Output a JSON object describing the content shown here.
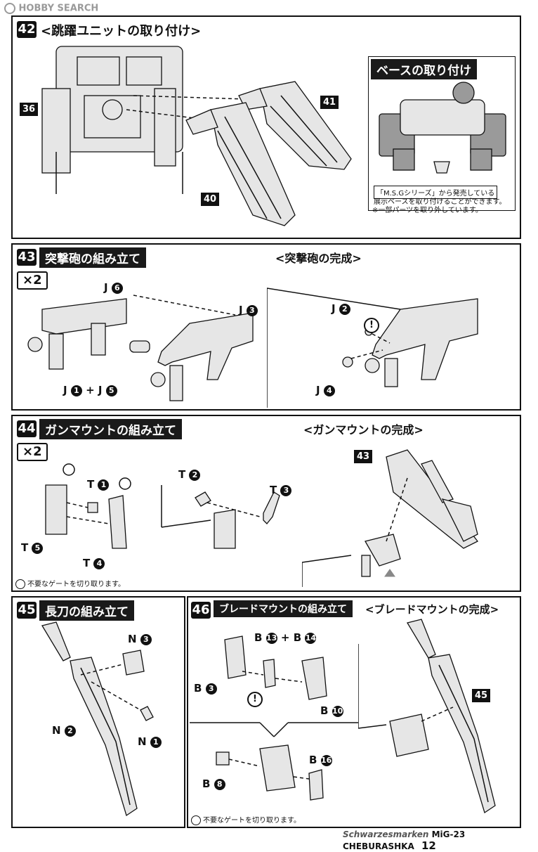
{
  "header": {
    "brand": "HOBBY SEARCH"
  },
  "steps": {
    "s42": {
      "num": "42",
      "title": "<跳躍ユニットの取り付け>",
      "parts": [
        "36",
        "41",
        "40"
      ]
    },
    "base": {
      "title": "ベースの取り付け",
      "note1": "「M.S.Gシリーズ」から発売している",
      "note2": "展示ベースを取り付けることができます。",
      "note3": "※一部パーツを取り外しています。"
    },
    "s43": {
      "num": "43",
      "title": "突撃砲の組み立て",
      "multiplier": "×2",
      "complete": "<突撃砲の完成>",
      "labels": {
        "j6": "J",
        "j3": "J",
        "j1": "J",
        "j5": "+ J",
        "j2": "J",
        "j4": "J"
      },
      "nums": {
        "n6": "6",
        "n3": "3",
        "n1": "1",
        "n5": "5",
        "n2": "2",
        "n4": "4"
      }
    },
    "s44": {
      "num": "44",
      "title": "ガンマウントの組み立て",
      "multiplier": "×2",
      "complete": "<ガンマウントの完成>",
      "labels": {
        "t1": "T",
        "t5": "T",
        "t4": "T",
        "t2": "T",
        "t3": "T"
      },
      "nums": {
        "n1": "1",
        "n5": "5",
        "n4": "4",
        "n2": "2",
        "n3": "3"
      },
      "part": "43",
      "gate_note": "不要なゲートを切り取ります。"
    },
    "s45": {
      "num": "45",
      "title": "長刀の組み立て",
      "labels": {
        "n3": "N",
        "n2": "N",
        "n1": "N"
      },
      "nums": {
        "n3": "3",
        "n2": "2",
        "n1": "1"
      }
    },
    "s46": {
      "num": "46",
      "title": "ブレードマウントの組み立て",
      "complete": "<ブレードマウントの完成>",
      "labels": {
        "b13": "B",
        "b14": "+ B",
        "b3": "B",
        "b10": "B",
        "b16": "B",
        "b8": "B"
      },
      "nums": {
        "n13": "13",
        "n14": "14",
        "n3": "3",
        "n10": "10",
        "n16": "16",
        "n8": "8"
      },
      "part": "45",
      "gate_note": "不要なゲートを切り取ります。"
    }
  },
  "footer": {
    "brand": "Schwarzesmarken",
    "model": "MiG-23 CHEBURASHKA",
    "page": "12"
  }
}
